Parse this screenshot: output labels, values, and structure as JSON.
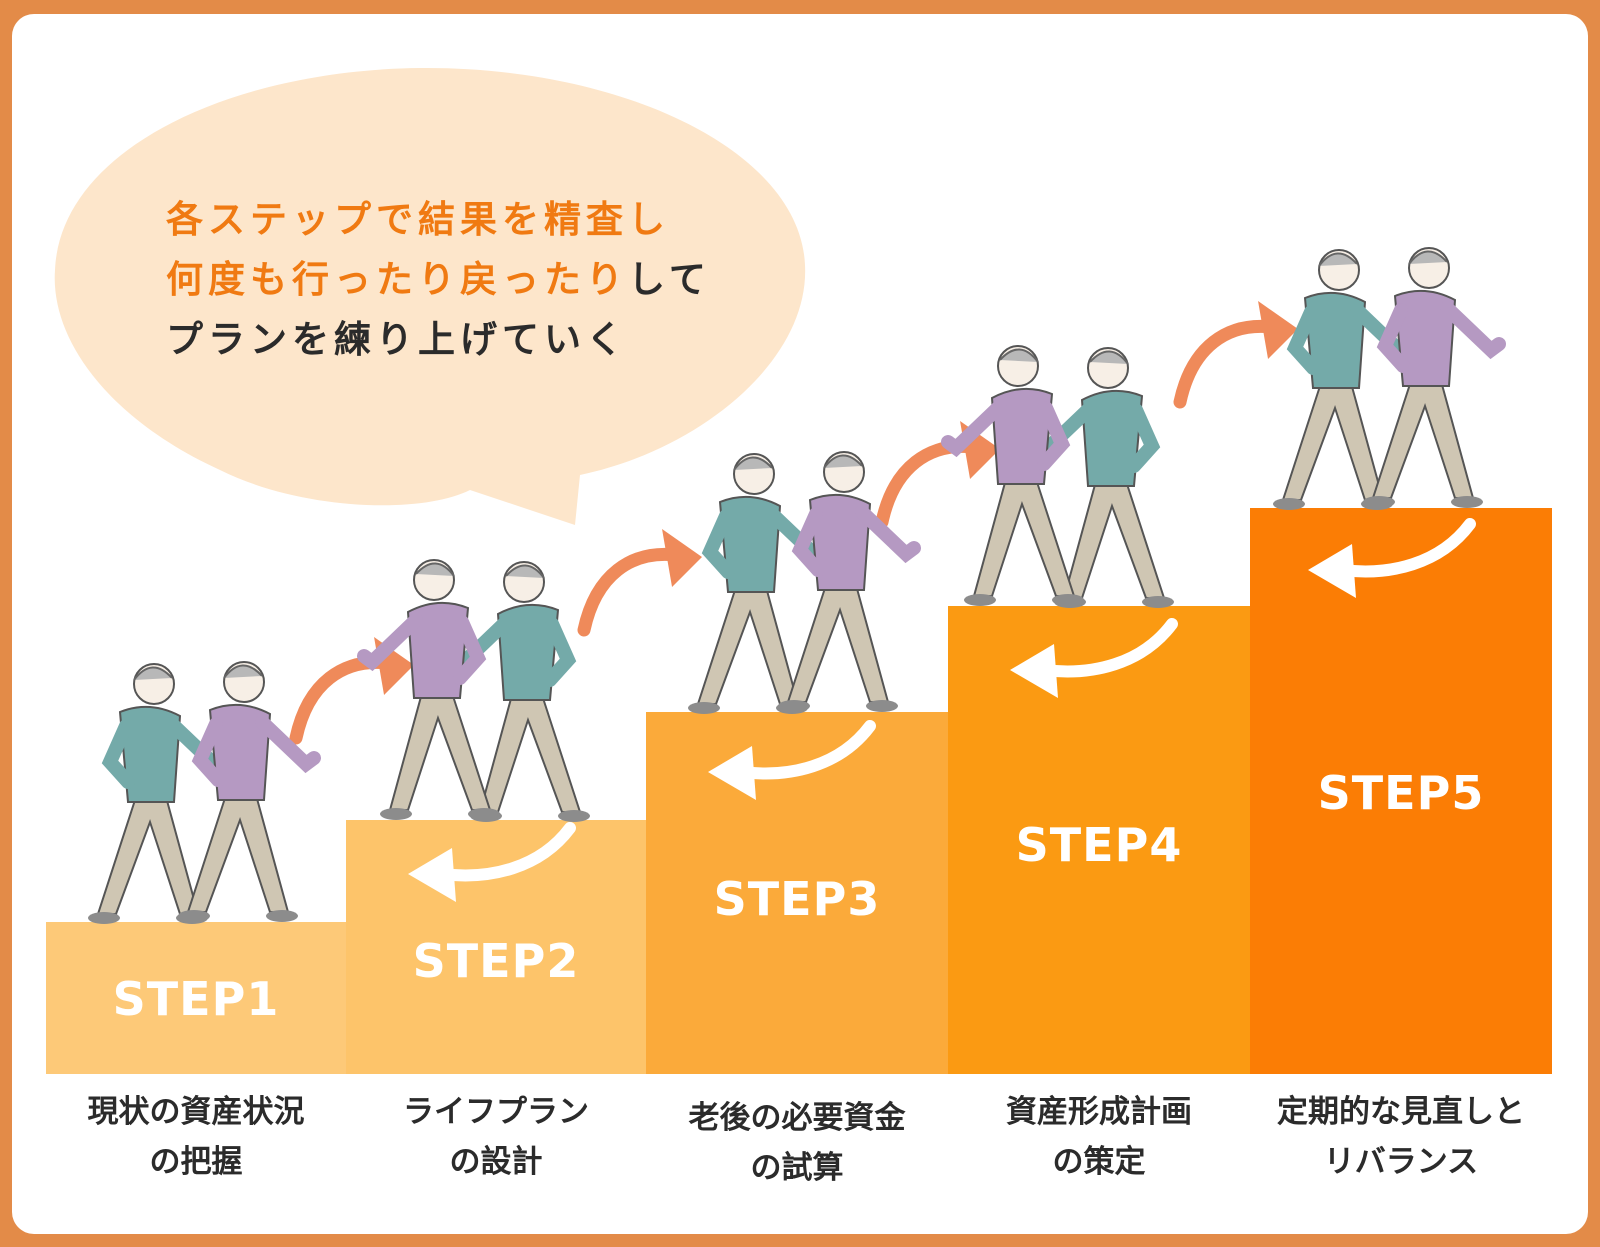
{
  "bubble": {
    "line1": "各ステップで結果を精査し",
    "line2_highlight": "何度も行ったり戻ったり",
    "line2_rest": "して",
    "line3": "プランを練り上げていく"
  },
  "steps": [
    {
      "label": "STEP1",
      "caption_line1": "現状の資産状況",
      "caption_line2": "の把握",
      "color": "#fdc978"
    },
    {
      "label": "STEP2",
      "caption_line1": "ライフプラン",
      "caption_line2": "の設計",
      "color": "#fdc46a"
    },
    {
      "label": "STEP3",
      "caption_line1": "老後の必要資金",
      "caption_line2": "の試算",
      "color": "#fbaa3a"
    },
    {
      "label": "STEP4",
      "caption_line1": "資産形成計画",
      "caption_line2": "の策定",
      "color": "#fb9a12"
    },
    {
      "label": "STEP5",
      "caption_line1": "定期的な見直しと",
      "caption_line2": "リバランス",
      "color": "#fb7d05"
    }
  ],
  "colors": {
    "border": "#e38b48",
    "bubble": "#fde6cb",
    "highlight_text": "#f07a12",
    "forward_arrow": "#ef8a5a",
    "back_arrow": "#ffffff",
    "man_shirt": "#74aaa9",
    "woman_shirt": "#b599c2",
    "pants": "#cfc6b3"
  },
  "icons": [
    "forward-arrow-icon",
    "back-arrow-icon",
    "walking-couple-icon"
  ]
}
